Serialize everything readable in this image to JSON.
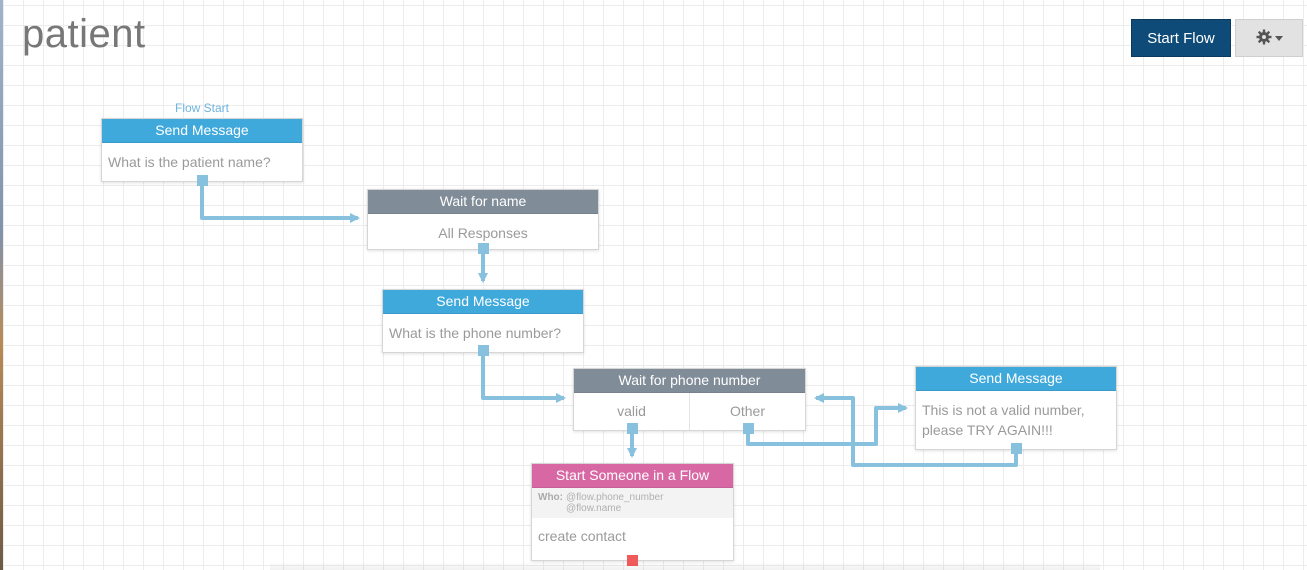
{
  "header": {
    "title": "patient",
    "start_flow_label": "Start Flow",
    "settings_icon": "gear-icon"
  },
  "flow_start_label": "Flow Start",
  "nodes": {
    "send1": {
      "header": "Send Message",
      "text": "What is the patient name?"
    },
    "wait1": {
      "header": "Wait for name",
      "category": "All Responses"
    },
    "send2": {
      "header": "Send Message",
      "text": "What is the phone number?"
    },
    "wait2": {
      "header": "Wait for phone number",
      "categories": [
        "valid",
        "Other"
      ]
    },
    "send3": {
      "header": "Send Message",
      "text": "This is not a valid number, please TRY AGAIN!!!"
    },
    "start_flow": {
      "header": "Start Someone in a Flow",
      "who_label": "Who:",
      "who_values": [
        "@flow.phone_number",
        "@flow.name"
      ],
      "text": "create contact"
    }
  },
  "colors": {
    "action_header": "#3fa9dc",
    "ruleset_header": "#808c98",
    "trigger_header": "#d868a4",
    "connector": "#88c1dd",
    "primary_button": "#0f4b78"
  }
}
